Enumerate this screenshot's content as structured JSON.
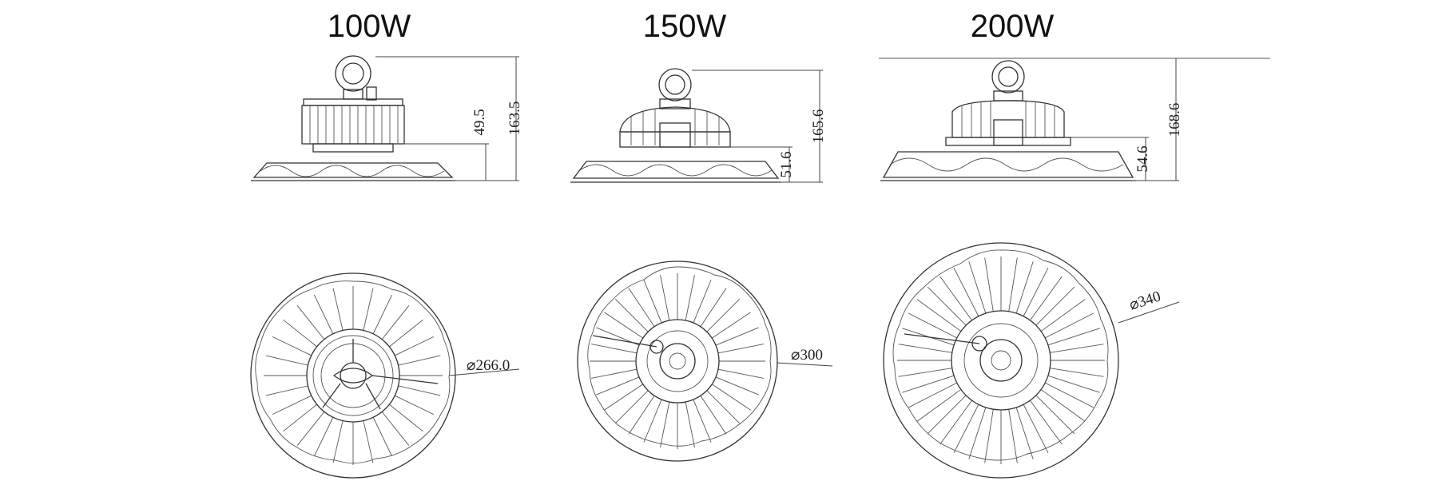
{
  "models": [
    {
      "watt": "100W",
      "height_total": "163.5",
      "height_base": "49.5",
      "diameter": "⌀266.0"
    },
    {
      "watt": "150W",
      "height_total": "165.6",
      "height_base": "51.6",
      "diameter": "⌀300"
    },
    {
      "watt": "200W",
      "height_total": "168.6",
      "height_base": "54.6",
      "diameter": "⌀340"
    }
  ]
}
